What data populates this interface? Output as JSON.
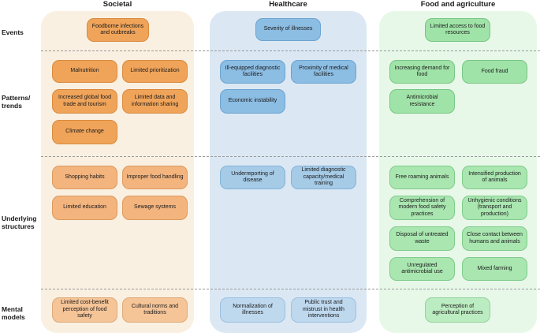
{
  "columns": {
    "societal": "Societal",
    "healthcare": "Healthcare",
    "food": "Food and agriculture"
  },
  "rows": {
    "events": "Events",
    "patterns": "Patterns/\ntrends",
    "structures": "Underlying\nstructures",
    "models": "Mental\nmodels"
  },
  "societal": {
    "events": [
      "Foodborne infections and outbreaks"
    ],
    "patterns": [
      "Malnutrition",
      "Limited prioritization",
      "Increased global food trade and tourism",
      "Limited data and information sharing",
      "Climate change"
    ],
    "structures": [
      "Shopping habits",
      "Improper food handling",
      "Limited education",
      "Sewage systems"
    ],
    "models": [
      "Limited cost-benefit perception of food safety",
      "Cultural norms and traditions"
    ]
  },
  "healthcare": {
    "events": [
      "Severity of illnesses"
    ],
    "patterns": [
      "Ill-equipped diagnostic facilities",
      "Proximity of medical facilities",
      "Economic instability"
    ],
    "structures": [
      "Underreporting of disease",
      "Limited diagnostic capacity/medical training"
    ],
    "models": [
      "Normalization of illnesses",
      "Public trust and mistrust in health interventions"
    ]
  },
  "food": {
    "events": [
      "Limited access to food resources"
    ],
    "patterns": [
      "Increasing demand for food",
      "Food fraud",
      "Antimicrobial resistance"
    ],
    "structures": [
      "Free roaming animals",
      "Intensified production of animals",
      "Comprehension of modern food safety practices",
      "Unhygienic conditions (transport and production)",
      "Disposal of untreated waste",
      "Close contact between humans and animals",
      "Unregulated antimicrobial use",
      "Mixed farming"
    ],
    "models": [
      "Perception of agricultural practices"
    ]
  },
  "colors": {
    "societal_bg": "#faf0e2",
    "healthcare_bg": "#dbe8f4",
    "food_bg": "#e7f8e9"
  }
}
